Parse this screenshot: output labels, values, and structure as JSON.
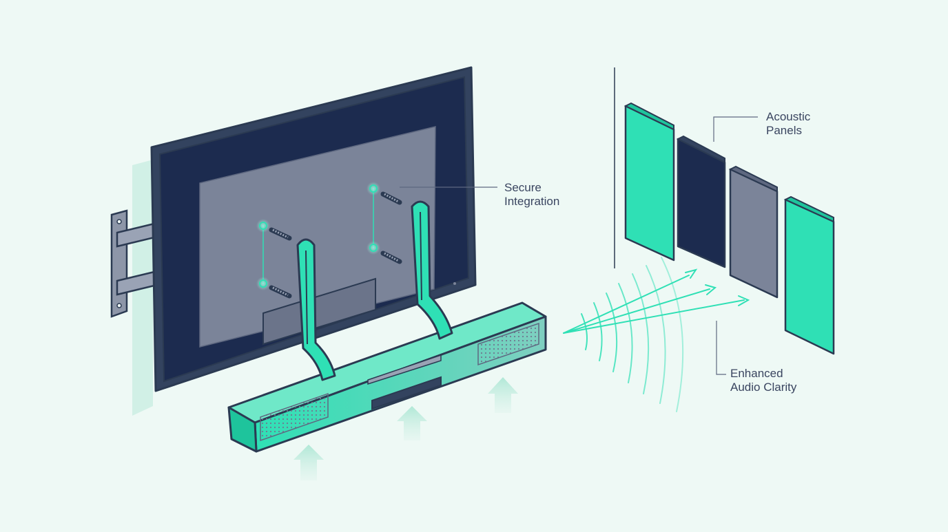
{
  "colors": {
    "background": "#eef9f5",
    "outline": "#2b3a52",
    "accent": "#2fe0b5",
    "accent_dark": "#1ec49c",
    "screen": "#1c2b4f",
    "panel_gray": "#7b8499",
    "glow": "#6ef0d0"
  },
  "callouts": {
    "secure": {
      "line1": "Secure",
      "line2": "Integration"
    },
    "acoustic": {
      "line1": "Acoustic",
      "line2": "Panels"
    },
    "audio": {
      "line1": "Enhanced",
      "line2": "Audio Clarity"
    }
  },
  "icons": {
    "wall_mount": "wall-mount-bracket",
    "mount_screws": "screw-icons",
    "sound_waves": "sound-wave-arcs",
    "airflow": "upward-arrows"
  }
}
